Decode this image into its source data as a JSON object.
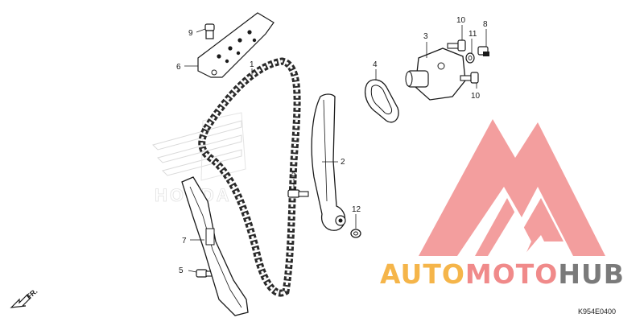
{
  "diagram": {
    "callouts": [
      {
        "id": "part-1",
        "text": "1"
      },
      {
        "id": "part-2",
        "text": "2"
      },
      {
        "id": "part-3",
        "text": "3"
      },
      {
        "id": "part-4",
        "text": "4"
      },
      {
        "id": "part-5-upper",
        "text": "5"
      },
      {
        "id": "part-5-lower",
        "text": "5"
      },
      {
        "id": "part-6",
        "text": "6"
      },
      {
        "id": "part-7",
        "text": "7"
      },
      {
        "id": "part-8",
        "text": "8"
      },
      {
        "id": "part-9",
        "text": "9"
      },
      {
        "id": "part-10-upper",
        "text": "10"
      },
      {
        "id": "part-10-lower",
        "text": "10"
      },
      {
        "id": "part-11",
        "text": "11"
      },
      {
        "id": "part-12",
        "text": "12"
      }
    ],
    "direction_label": "FR.",
    "diagram_code": "K954E0400",
    "ghost_logo_text": "HONDA"
  },
  "watermark": {
    "word_part1": "AUTO",
    "word_part2": "MOTO",
    "word_part3": "HUB",
    "colors": {
      "primary": "#f08a8a",
      "accent": "#f5b54a",
      "dark": "#7a7a7a"
    }
  }
}
